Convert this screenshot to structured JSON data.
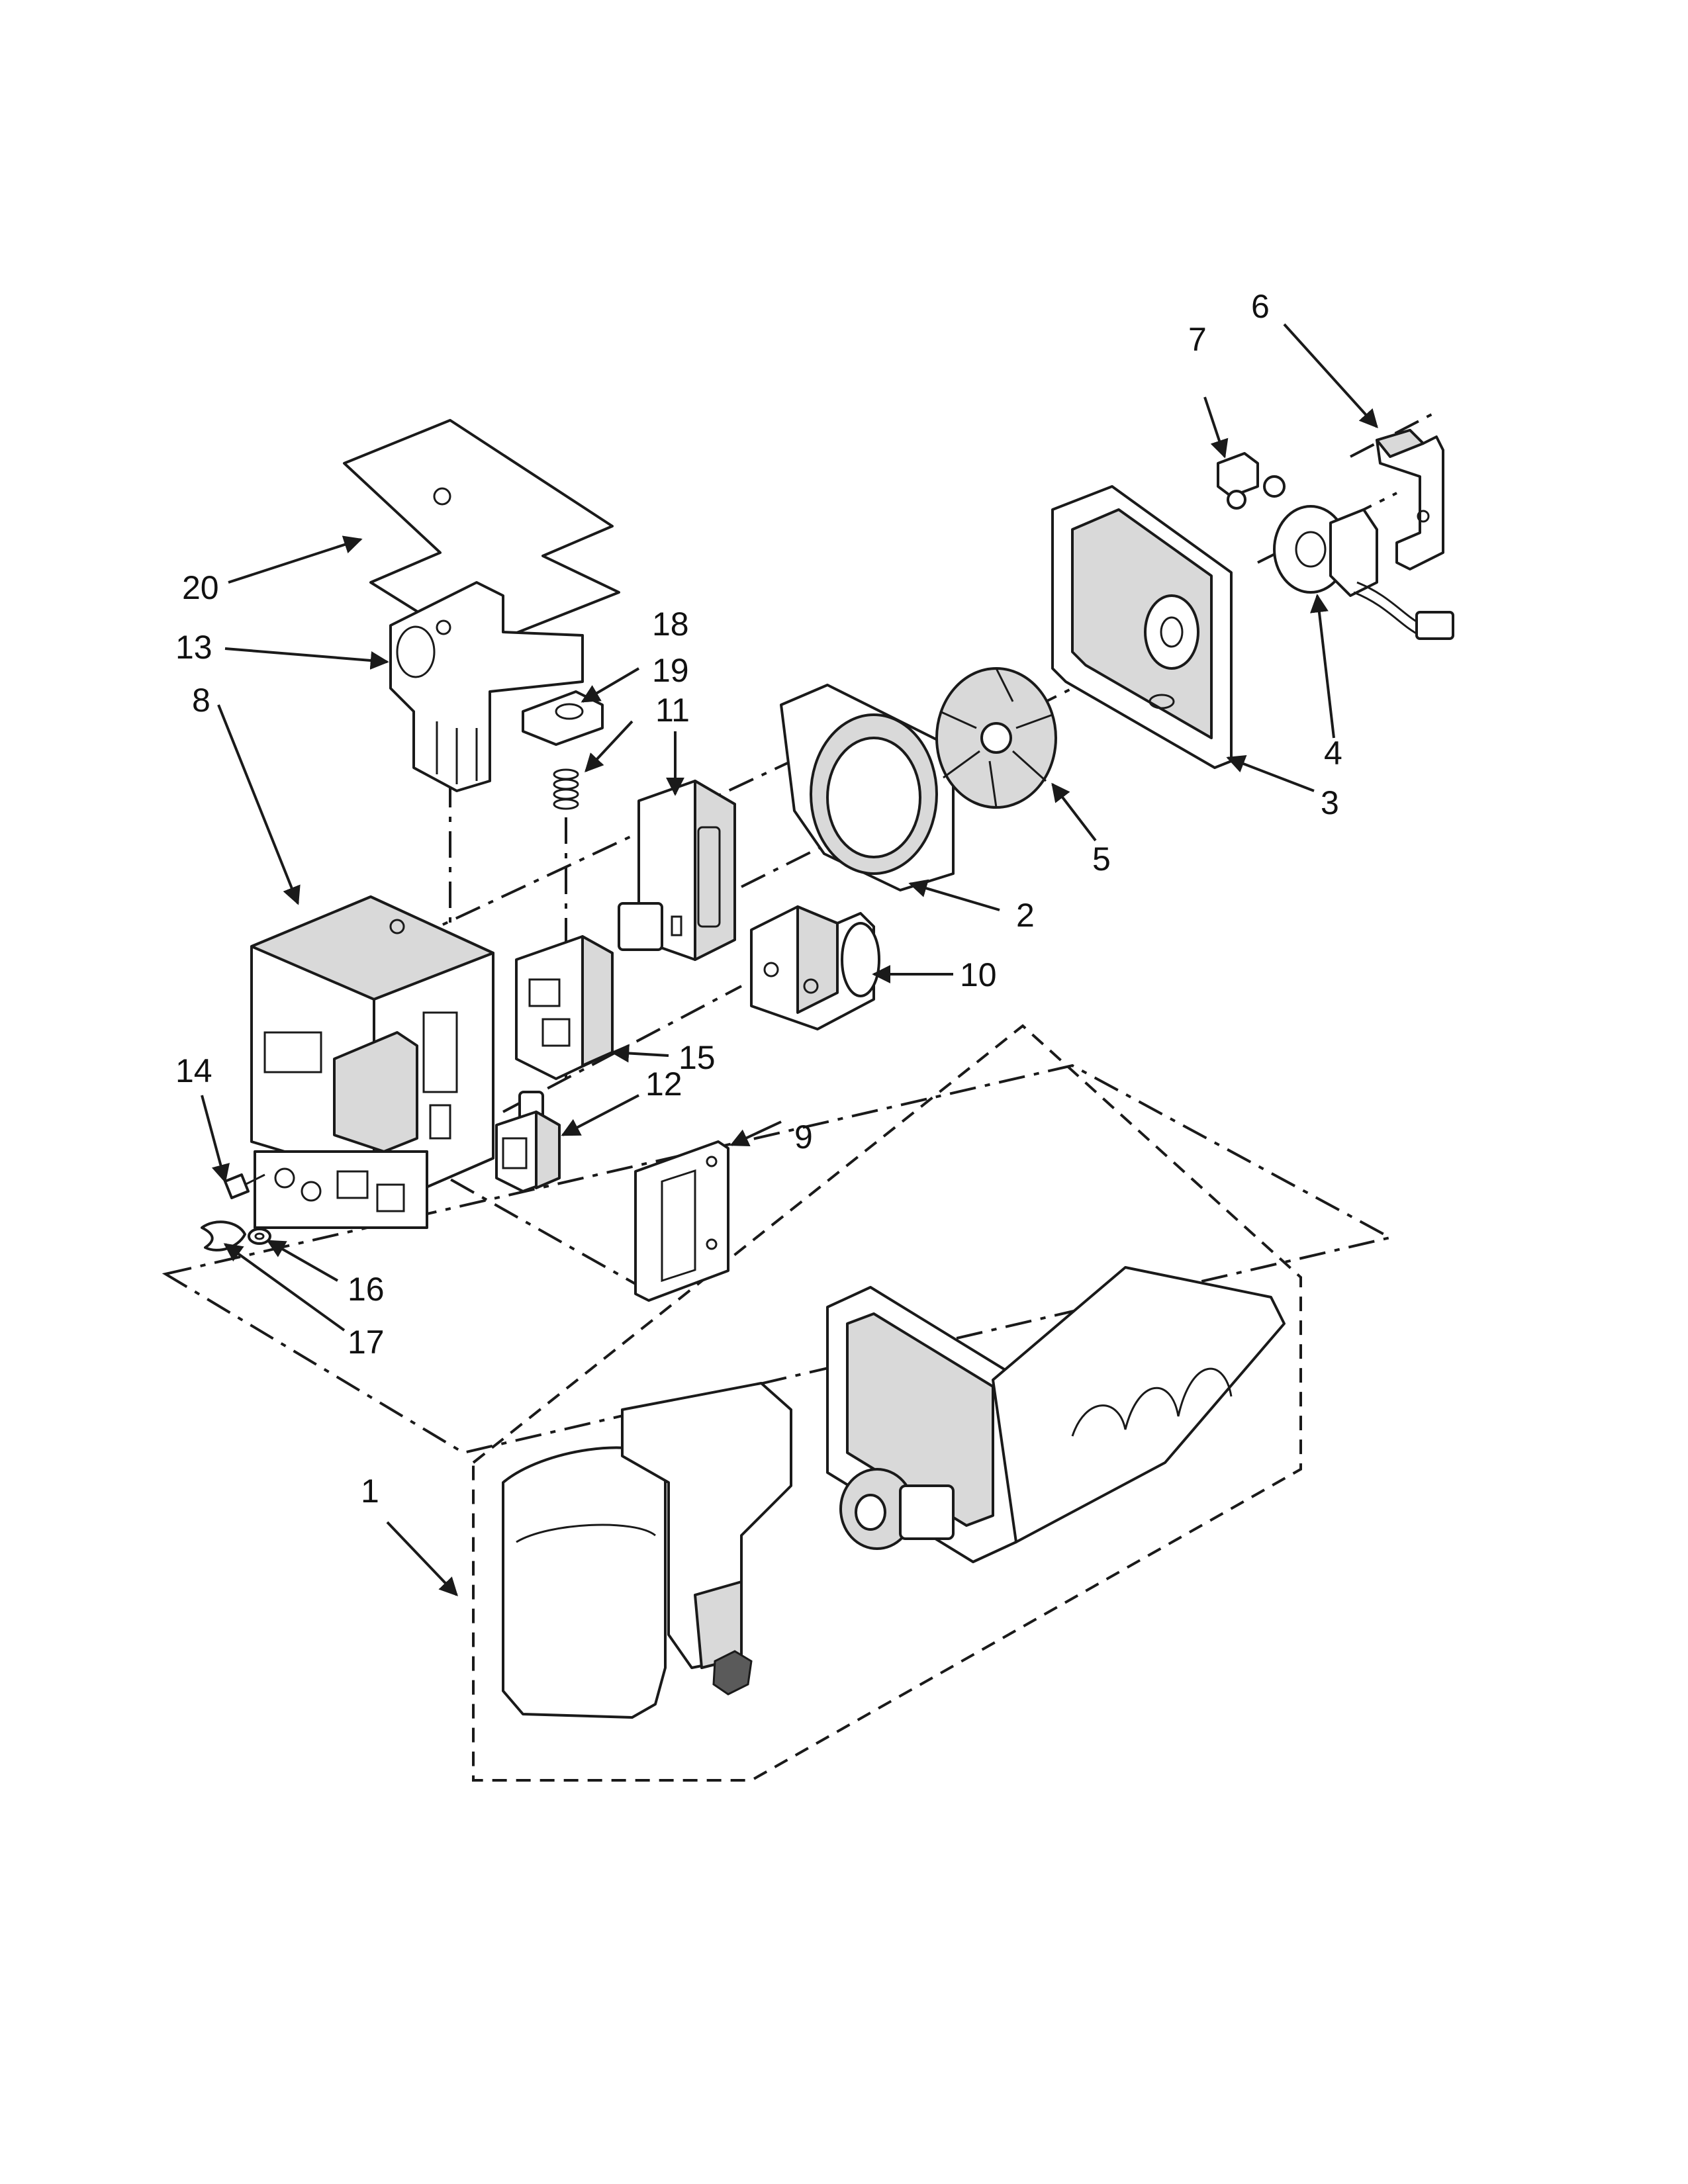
{
  "callouts": {
    "c1": "1",
    "c2": "2",
    "c3": "3",
    "c4": "4",
    "c5": "5",
    "c6": "6",
    "c7": "7",
    "c8": "8",
    "c9": "9",
    "c10": "10",
    "c11": "11",
    "c12": "12",
    "c13": "13",
    "c14": "14",
    "c15": "15",
    "c16": "16",
    "c17": "17",
    "c18": "18",
    "c19": "19",
    "c20": "20"
  },
  "colors": {
    "line": "#1a1a1a",
    "fill_shade": "#d9d9d9",
    "background": "#ffffff"
  }
}
